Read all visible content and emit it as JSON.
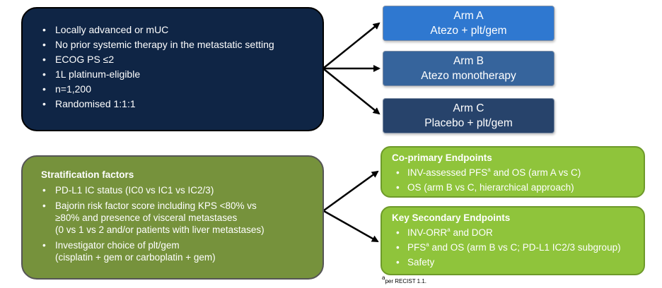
{
  "criteria": {
    "items": [
      "Locally advanced or mUC",
      "No prior systemic therapy in the metastatic setting",
      "ECOG PS ≤2",
      "1L platinum-eligible",
      "n=1,200",
      "Randomised 1:1:1"
    ]
  },
  "arms": [
    {
      "title": "Arm A",
      "treatment": "Atezo + plt/gem",
      "color": "#2f78d0"
    },
    {
      "title": "Arm B",
      "treatment": "Atezo monotherapy",
      "color": "#36649c"
    },
    {
      "title": "Arm C",
      "treatment": "Placebo + plt/gem",
      "color": "#27436b"
    }
  ],
  "stratification": {
    "heading": "Stratification factors",
    "item1": "PD-L1 IC status (IC0 vs IC1 vs IC2/3)",
    "item2_line1": "Bajorin risk factor score including KPS <80% vs",
    "item2_line2": "≥80% and presence of visceral metastases",
    "item2_line3": "(0 vs 1 vs 2 and/or patients with liver metastases)",
    "item3_line1": "Investigator choice of plt/gem",
    "item3_line2": "(cisplatin + gem or carboplatin + gem)"
  },
  "coprimary": {
    "heading": "Co-primary Endpoints",
    "item1_a": "INV-assessed PFS",
    "item1_sup": "a",
    "item1_b": " and OS (arm A vs C)",
    "item2": "OS (arm B vs C, hierarchical approach)"
  },
  "secondary": {
    "heading": "Key Secondary Endpoints",
    "item1_a": "INV-ORR",
    "item1_sup": "a",
    "item1_b": " and DOR",
    "item2_a": "PFS",
    "item2_sup": "a",
    "item2_b": " and OS (arm B vs C; PD-L1 IC2/3 subgroup)",
    "item3": "Safety"
  },
  "footnote": {
    "sup": "a",
    "text": "per RECIST 1.1."
  },
  "colors": {
    "criteria_bg": "#0f2545",
    "strat_bg": "#76923c",
    "endpoint_bg": "#8fc43b"
  }
}
